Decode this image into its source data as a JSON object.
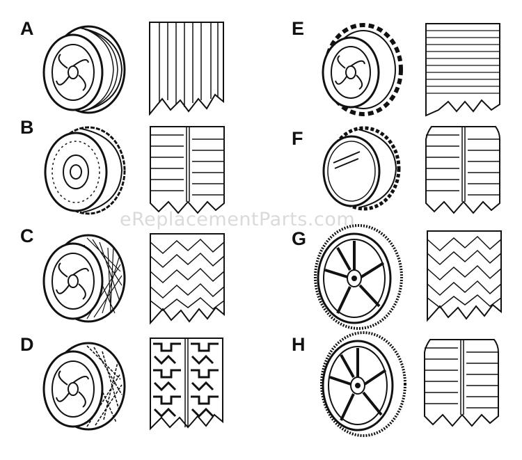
{
  "watermark": "eReplacementParts.com",
  "items": [
    {
      "id": "A",
      "label": "A",
      "tread": "vertical-ribs",
      "hub": "curved-spokes"
    },
    {
      "id": "B",
      "label": "B",
      "tread": "horizontal-lugs",
      "hub": "solid-disc"
    },
    {
      "id": "C",
      "label": "C",
      "tread": "diamond-pattern",
      "hub": "curved-spokes"
    },
    {
      "id": "D",
      "label": "D",
      "tread": "chain-pattern",
      "hub": "curved-spokes"
    },
    {
      "id": "E",
      "label": "E",
      "tread": "horizontal-lines",
      "hub": "curved-spokes"
    },
    {
      "id": "F",
      "label": "F",
      "tread": "horizontal-lugs",
      "hub": "solid-disc"
    },
    {
      "id": "G",
      "label": "G",
      "tread": "diamond-pattern",
      "hub": "straight-spokes"
    },
    {
      "id": "H",
      "label": "H",
      "tread": "horizontal-lugs",
      "hub": "straight-spokes"
    }
  ]
}
